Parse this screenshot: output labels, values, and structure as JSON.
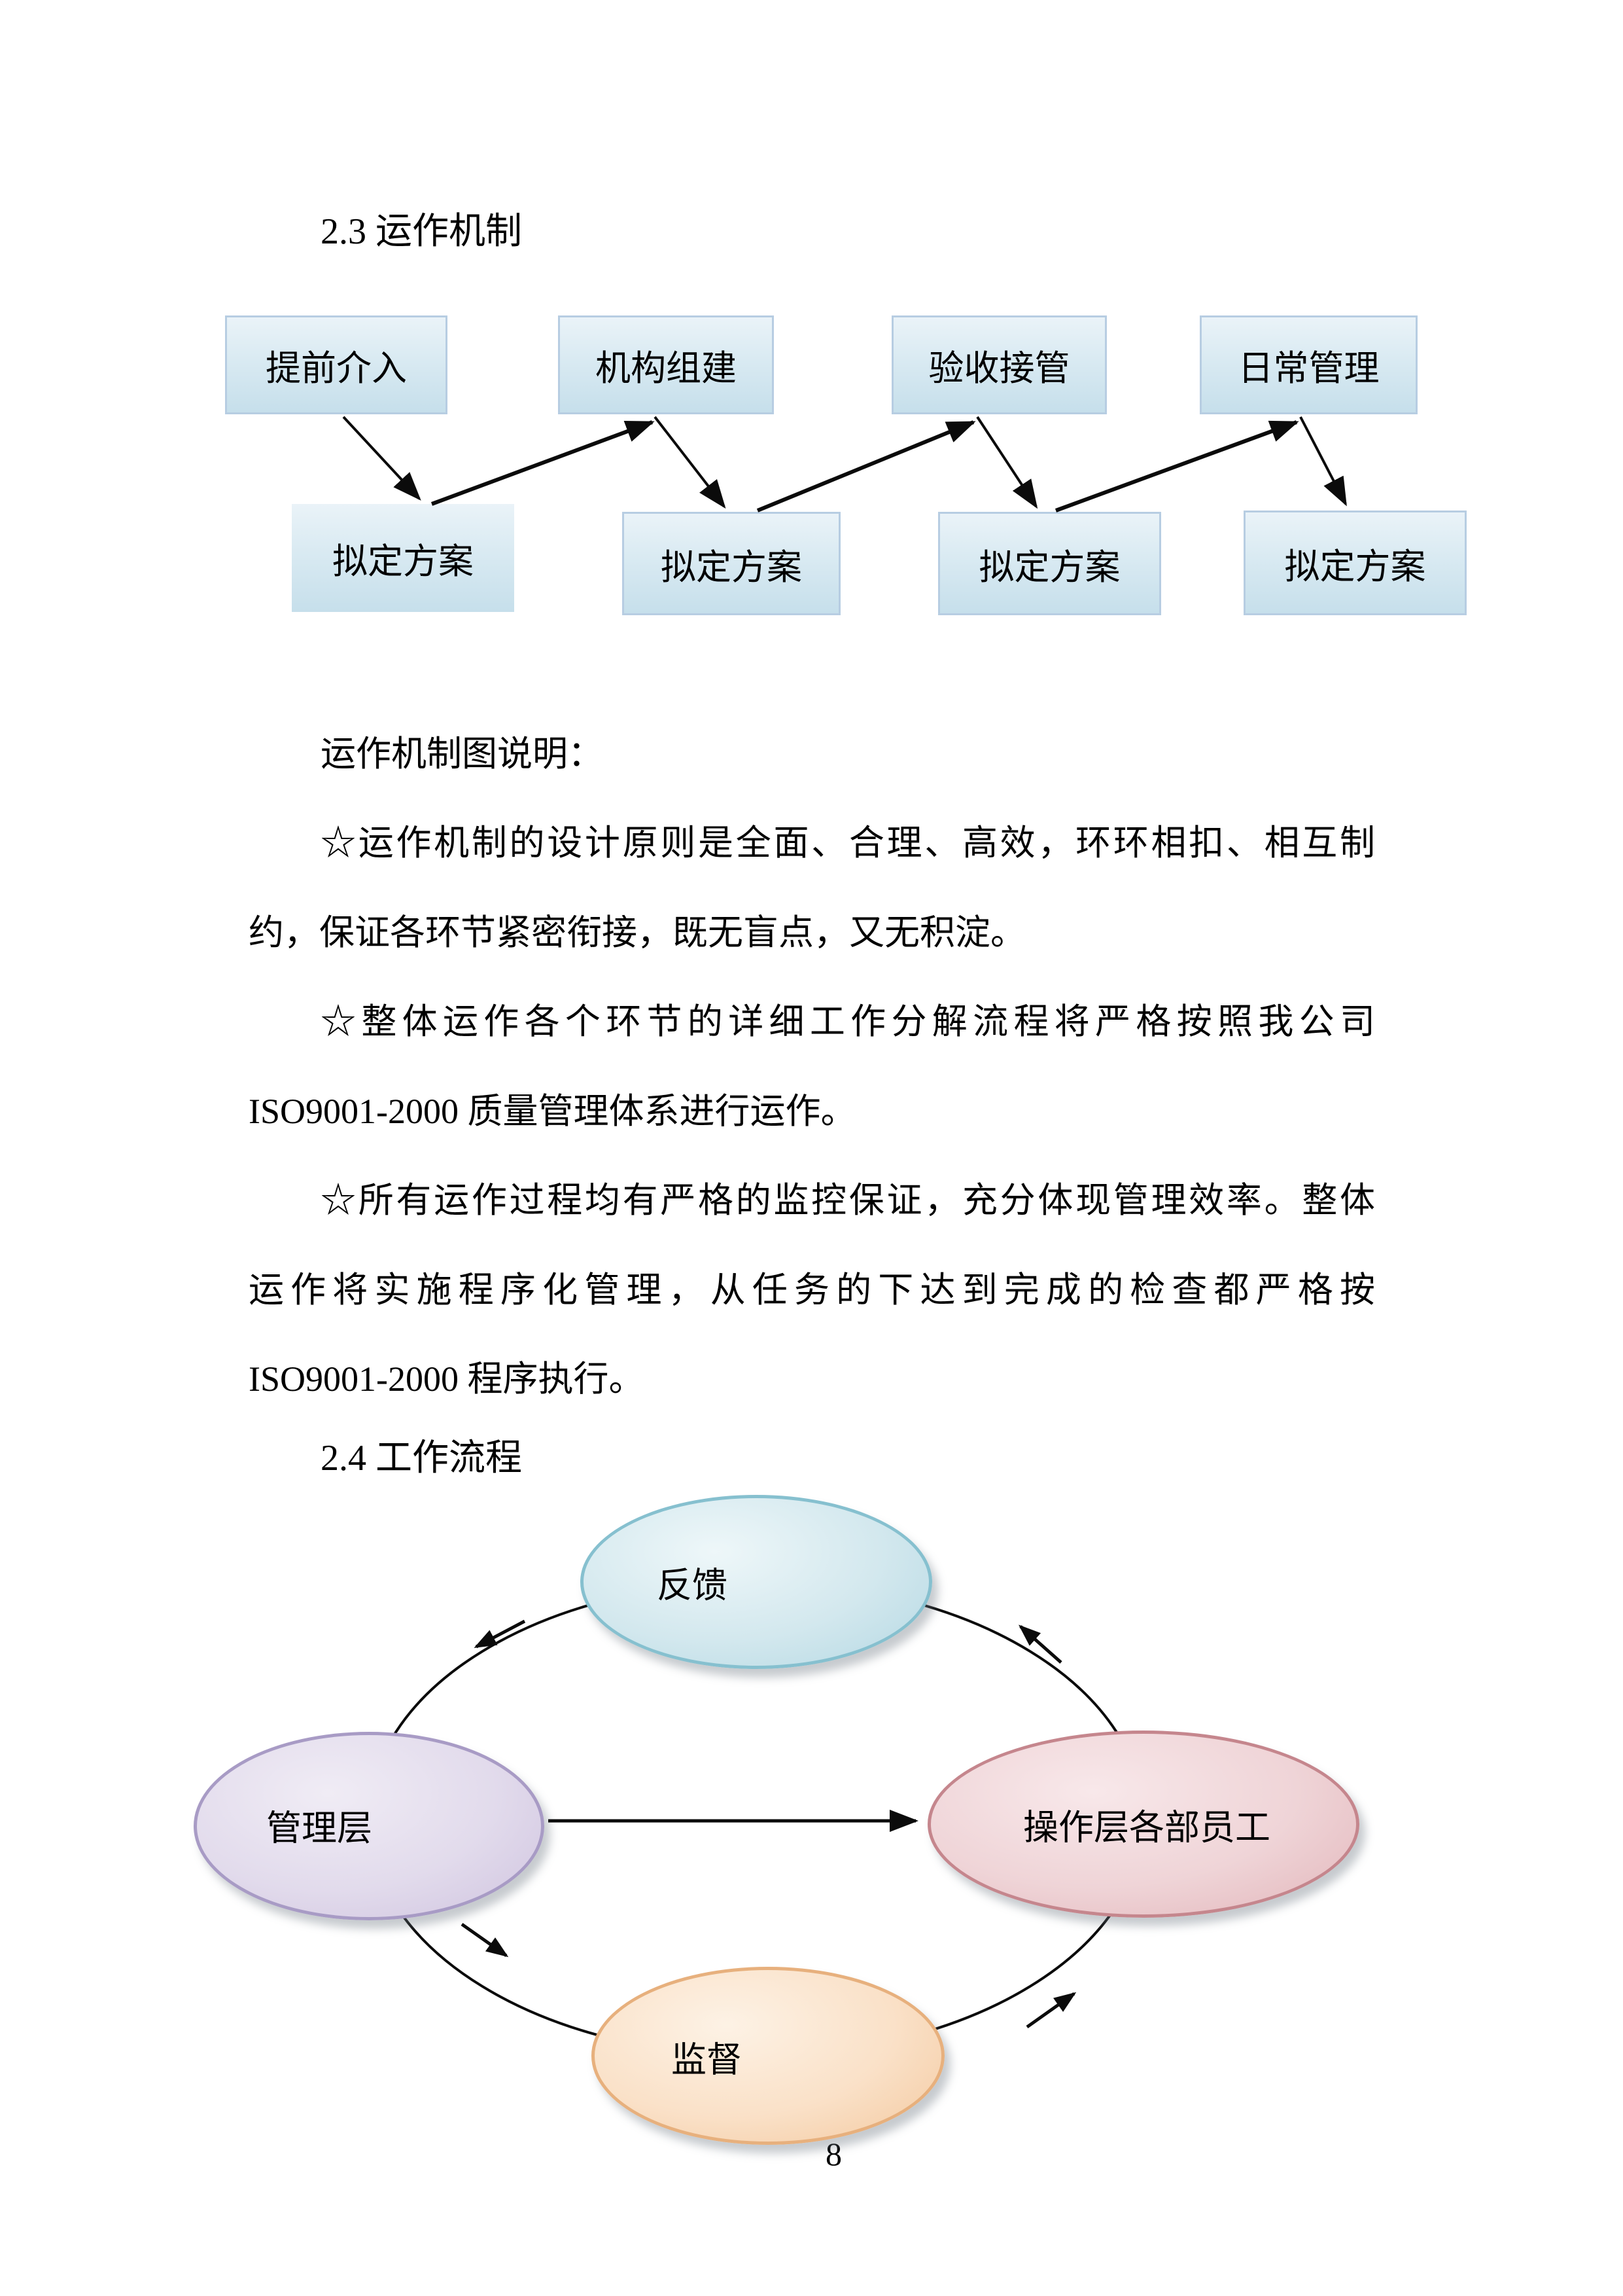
{
  "document": {
    "heading_2_3": "2.3 运作机制",
    "heading_2_4": "2.4 工作流程",
    "page_number": "8"
  },
  "flowchart": {
    "top_boxes": [
      {
        "label": "提前介入"
      },
      {
        "label": "机构组建"
      },
      {
        "label": "验收接管"
      },
      {
        "label": "日常管理"
      }
    ],
    "bottom_boxes": [
      {
        "label": "拟定方案"
      },
      {
        "label": "拟定方案"
      },
      {
        "label": "拟定方案"
      },
      {
        "label": "拟定方案"
      }
    ],
    "box_fill_top": "#eaf3f8",
    "box_fill_bottom": "#c6dfeb",
    "box_border": "#b7cde2",
    "arrow_color": "#0b0b0b"
  },
  "paragraphs": [
    {
      "text": "运作机制图说明："
    },
    {
      "text": "☆运作机制的设计原则是全面、合理、高效，环环相扣、相互制"
    },
    {
      "text": "约，保证各环节紧密衔接，既无盲点，又无积淀。"
    },
    {
      "text": "☆整体运作各个环节的详细工作分解流程将严格按照我公司"
    },
    {
      "text": "ISO9001-2000 质量管理体系进行运作。"
    },
    {
      "text": "☆所有运作过程均有严格的监控保证，充分体现管理效率。整体"
    },
    {
      "text": "运作将实施程序化管理，从任务的下达到完成的检查都严格按"
    },
    {
      "text": "ISO9001-2000 程序执行。"
    }
  ],
  "cycle": {
    "nodes": [
      {
        "label": "反馈",
        "border": "#86c0cf",
        "fill": "#cfe6ed"
      },
      {
        "label": "管理层",
        "border": "#a89bc5",
        "fill": "#e0d8ea"
      },
      {
        "label": "操作层各部员工",
        "border": "#c5868d",
        "fill": "#eed0d3"
      },
      {
        "label": "监督",
        "border": "#e7b07d",
        "fill": "#fae0c6"
      }
    ],
    "ring_color": "#0b0b0b"
  }
}
